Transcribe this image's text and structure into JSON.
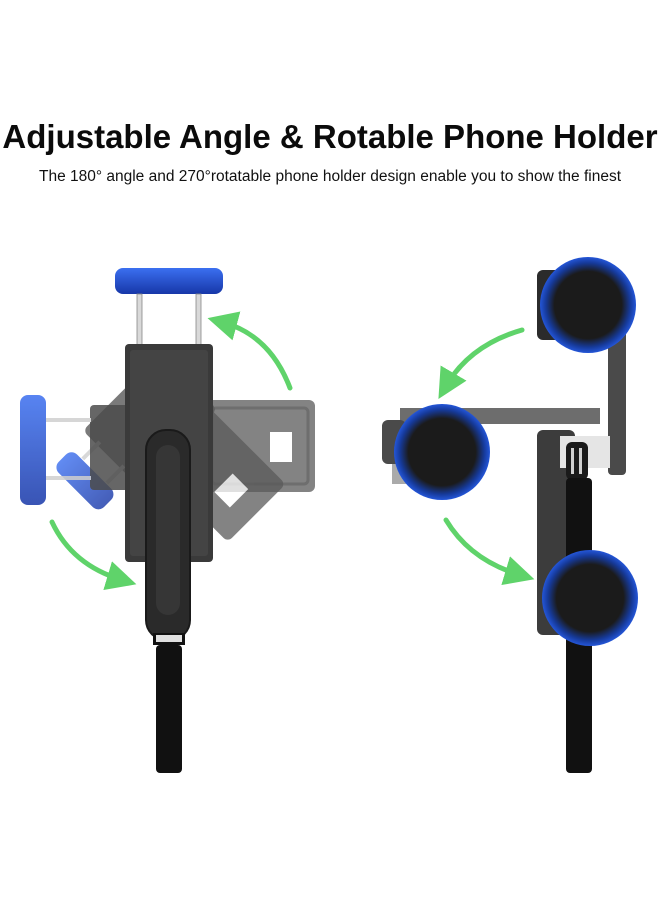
{
  "heading": {
    "title": "Adjustable Angle & Rotable Phone Holder",
    "subtitle": "The 180° angle and 270°rotatable phone holder design enable you to show the finest"
  },
  "colors": {
    "background": "#ffffff",
    "clamp_blue": "#1f4fd0",
    "body_black": "#2b2b2b",
    "arrow_green": "#5fd36a"
  },
  "illustrations": [
    {
      "view": "front",
      "rotation_positions_deg": [
        0,
        -45,
        -90,
        45
      ]
    },
    {
      "view": "side",
      "rotation_positions": 3
    }
  ]
}
